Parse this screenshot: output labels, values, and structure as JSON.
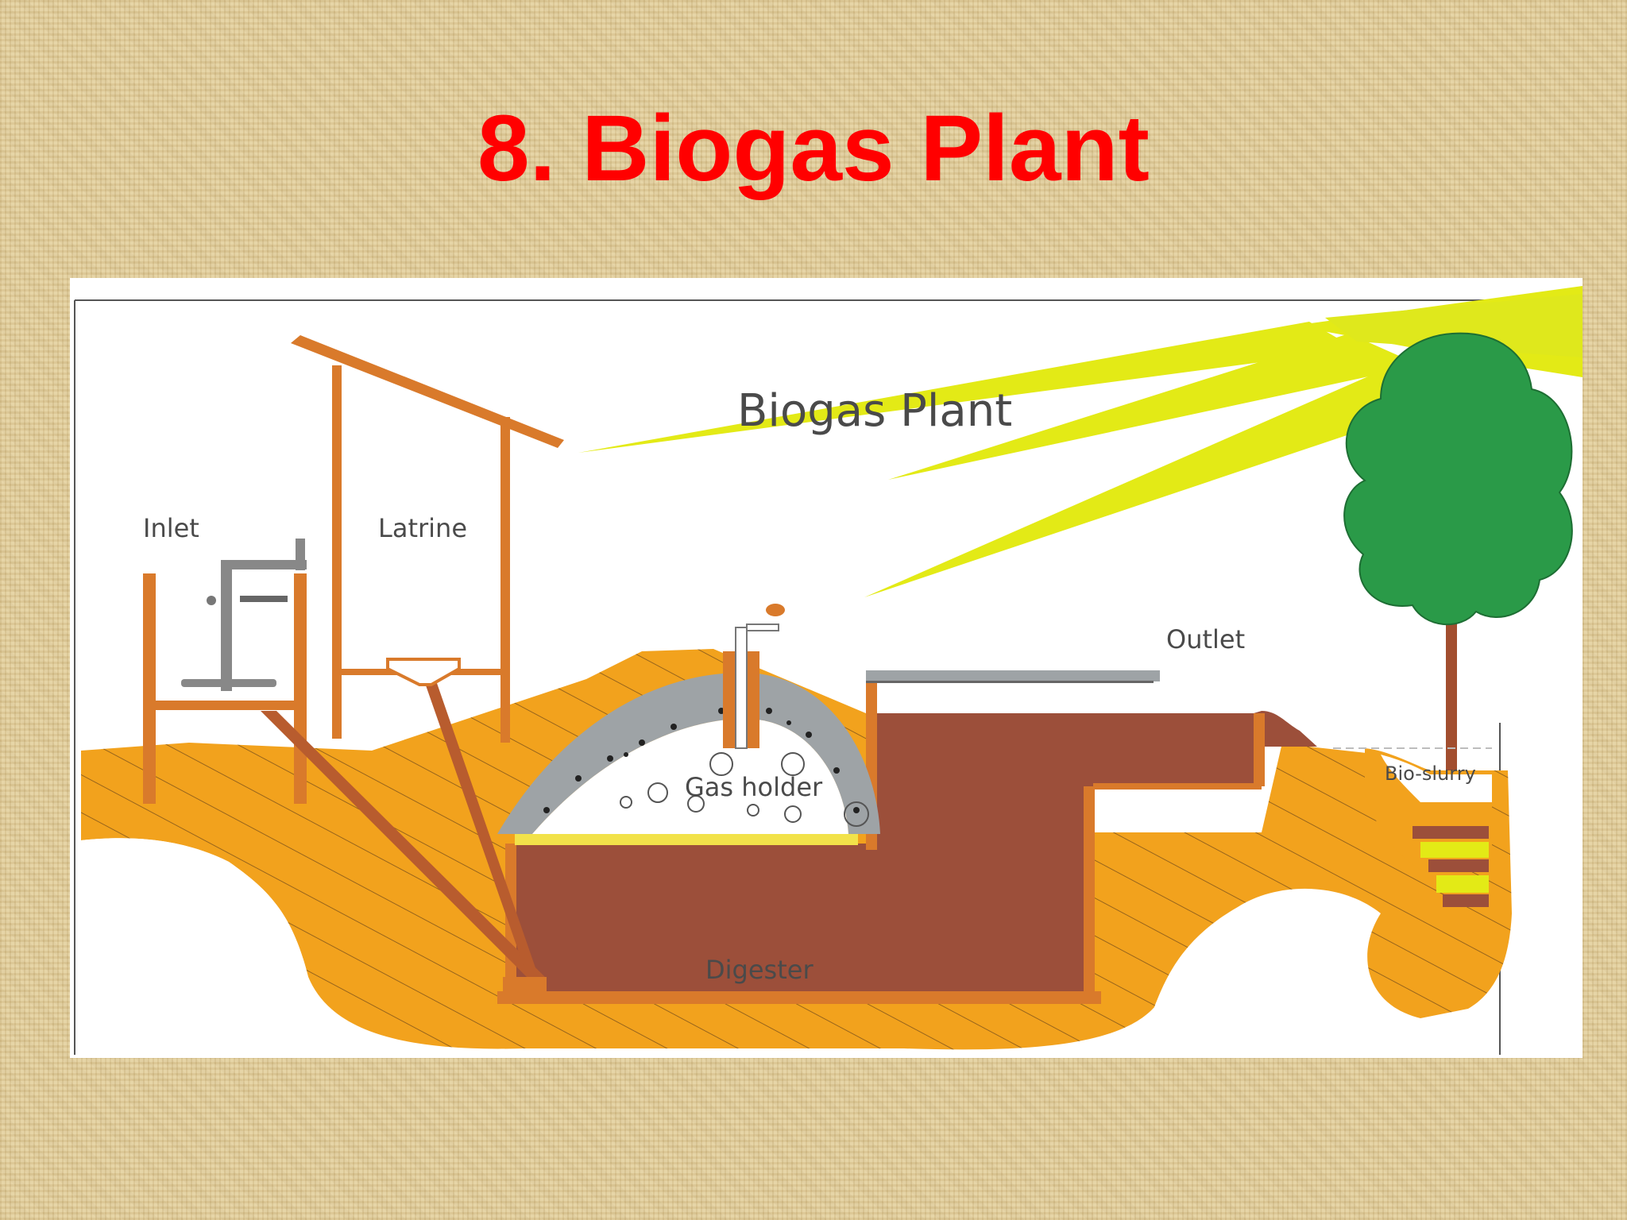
{
  "slide": {
    "title": "8. Biogas Plant"
  },
  "diagram": {
    "heading": "Biogas Plant",
    "labels": {
      "inlet": "Inlet",
      "latrine": "Latrine",
      "gas_holder": "Gas holder",
      "outlet": "Outlet",
      "bio_slurry": "Bio-slurry",
      "digester": "Digester"
    },
    "colors": {
      "title_red": "#ff0000",
      "soil_orange": "#f2a21d",
      "slurry_brown": "#9c4f3a",
      "pipe_orange": "#d97a2b",
      "sun_yellow": "#e3ea16",
      "tree_green": "#2a9a48",
      "concrete_gray": "#9ea3a6"
    }
  }
}
